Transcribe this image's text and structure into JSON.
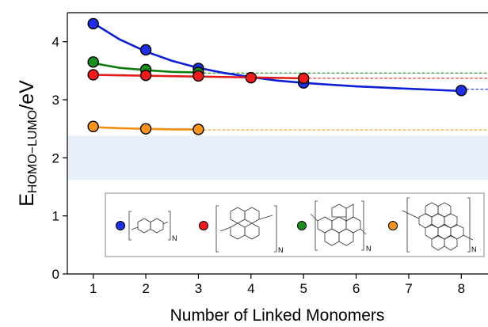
{
  "chart_data": {
    "type": "scatter",
    "xlabel": "Number of Linked Monomers",
    "ylabel_main": "E",
    "ylabel_sub": "HOMO−LUMO",
    "ylabel_unit": "/eV",
    "xlim": [
      0.5,
      8.5
    ],
    "ylim": [
      0,
      4.5
    ],
    "xticks": [
      1,
      2,
      3,
      4,
      5,
      6,
      7,
      8
    ],
    "yticks": [
      0,
      1,
      2,
      3,
      4
    ],
    "shaded_band": [
      1.62,
      2.38
    ],
    "shaded_color": "#e8f0fa",
    "series": [
      {
        "color": "#0b1fd6",
        "fill": "#1f2ee6",
        "x": [
          1,
          2,
          3,
          5,
          8
        ],
        "y": [
          4.31,
          3.86,
          3.54,
          3.29,
          3.16
        ],
        "fit": [
          [
            1,
            4.32
          ],
          [
            1.5,
            4.04
          ],
          [
            2,
            3.83
          ],
          [
            2.5,
            3.67
          ],
          [
            3,
            3.55
          ],
          [
            3.5,
            3.46
          ],
          [
            4,
            3.39
          ],
          [
            4.5,
            3.33
          ],
          [
            5,
            3.29
          ],
          [
            5.5,
            3.26
          ],
          [
            6,
            3.23
          ],
          [
            6.5,
            3.21
          ],
          [
            7,
            3.19
          ],
          [
            7.5,
            3.17
          ],
          [
            8,
            3.15
          ]
        ],
        "asymptote": 3.18
      },
      {
        "color": "#0e7d0e",
        "fill": "#1a8e1a",
        "x": [
          1,
          2,
          3
        ],
        "y": [
          3.65,
          3.52,
          3.47
        ],
        "fit": [
          [
            1,
            3.63
          ],
          [
            1.5,
            3.55
          ],
          [
            2,
            3.51
          ],
          [
            2.5,
            3.48
          ],
          [
            3,
            3.47
          ]
        ],
        "asymptote": 3.46
      },
      {
        "color": "#e31a1a",
        "fill": "#f21a1a",
        "x": [
          1,
          2,
          3,
          4,
          5
        ],
        "y": [
          3.43,
          3.42,
          3.41,
          3.38,
          3.37
        ],
        "fit": [
          [
            1,
            3.43
          ],
          [
            5,
            3.37
          ]
        ],
        "asymptote": 3.37
      },
      {
        "color": "#f0900f",
        "fill": "#f7941d",
        "x": [
          1,
          2,
          3
        ],
        "y": [
          2.54,
          2.5,
          2.49
        ],
        "fit": [
          [
            1,
            2.53
          ],
          [
            1.5,
            2.51
          ],
          [
            2,
            2.5
          ],
          [
            2.5,
            2.49
          ],
          [
            3,
            2.49
          ]
        ],
        "asymptote": 2.48
      }
    ],
    "legend": {
      "placement": "lower-center",
      "entries": [
        {
          "color": "#1f2ee6",
          "structure": "naphthalene-repeat-unit-icon",
          "subscript": "N"
        },
        {
          "color": "#f21a1a",
          "structure": "pyrene-repeat-unit-icon",
          "subscript": "N"
        },
        {
          "color": "#1a8e1a",
          "structure": "coronene-repeat-unit-icon",
          "subscript": "N"
        },
        {
          "color": "#f7941d",
          "structure": "large-pah-repeat-unit-icon",
          "subscript": "N"
        }
      ]
    }
  }
}
